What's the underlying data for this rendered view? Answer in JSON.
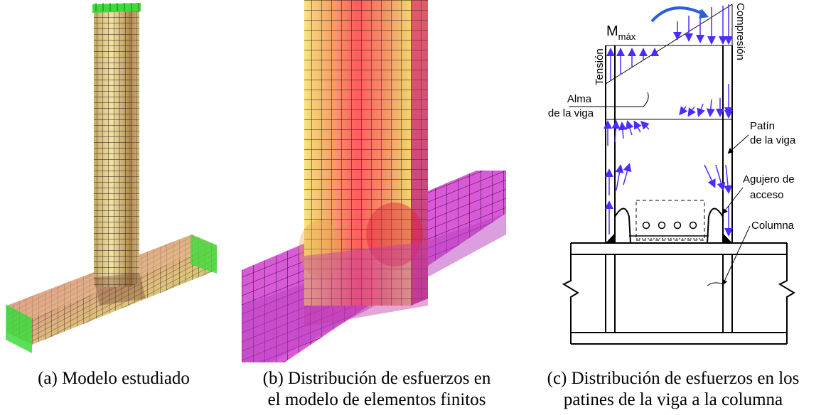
{
  "panels": {
    "a": {
      "caption": [
        "(a) Modelo estudiado"
      ]
    },
    "b": {
      "caption": [
        "(b) Distribución de esfuerzos en",
        "el modelo de elementos finitos"
      ]
    },
    "c": {
      "caption": [
        "(c) Distribución de esfuerzos en los",
        "patines de la viga a la columna"
      ],
      "labels": {
        "m_max": "M",
        "m_max_sub": "máx",
        "tension": "Tensión",
        "compression": "Compresión",
        "alma_1": "Alma",
        "alma_2": "de la viga",
        "patin_1": "Patín",
        "patin_2": "de la viga",
        "agujero_1": "Agujero de",
        "agujero_2": "acceso",
        "columna": "Columna"
      }
    }
  },
  "colors": {
    "mesh_line": "#1a1a1a",
    "stress_high": "#ff4d4d",
    "stress_mid": "#f5c95a",
    "stress_low": "#d24de0",
    "support_green": "#3ddc3d",
    "arrow_blue": "#4a2cff"
  }
}
